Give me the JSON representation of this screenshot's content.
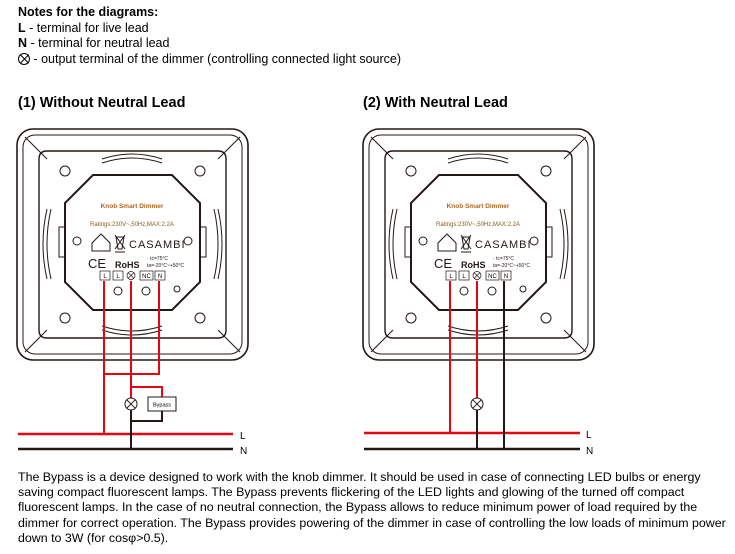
{
  "notes": {
    "heading": "Notes for the diagrams:",
    "items": [
      {
        "key": "L",
        "text": " - terminal for live lead"
      },
      {
        "key": "N",
        "text": " - terminal for neutral lead"
      },
      {
        "key": "",
        "icon": "lamp-output-icon",
        "text": " - output terminal of the dimmer (controlling connected light source)"
      }
    ]
  },
  "diagrams": [
    {
      "title": "(1) Without Neutral Lead",
      "bypass_label": "Bypass"
    },
    {
      "title": "(2) With Neutral Lead"
    }
  ],
  "device": {
    "name": "Knob Smart Dimmer",
    "ratings": "Ratings:230V~,50Hz,MAX:2.2A",
    "brand": "CASAMBI",
    "ce": "CE",
    "rohs": "RoHS",
    "tc": "· tc=75°C",
    "ta": "ta=-20°C~+50°C",
    "terminals": [
      "L",
      "L",
      "NC",
      "N"
    ]
  },
  "lines": {
    "live": "L",
    "neutral": "N"
  },
  "colors": {
    "live_wire": "#e30613",
    "neutral_wire": "#231815",
    "label_text": "#b5651d"
  },
  "paragraph": "The Bypass is a device designed to work with the knob dimmer. It should be used in case of connecting LED bulbs or energy saving compact fluorescent lamps. The Bypass prevents flickering of the LED lights and glowing of the turned off compact fluorescent lamps. In the case of no neutral connection, the Bypass allows to reduce minimum power of load required by the dimmer for correct operation. The Bypass provides powering of the dimmer in case of controlling the low loads of minimum power down to 3W (for cosφ>0.5)."
}
